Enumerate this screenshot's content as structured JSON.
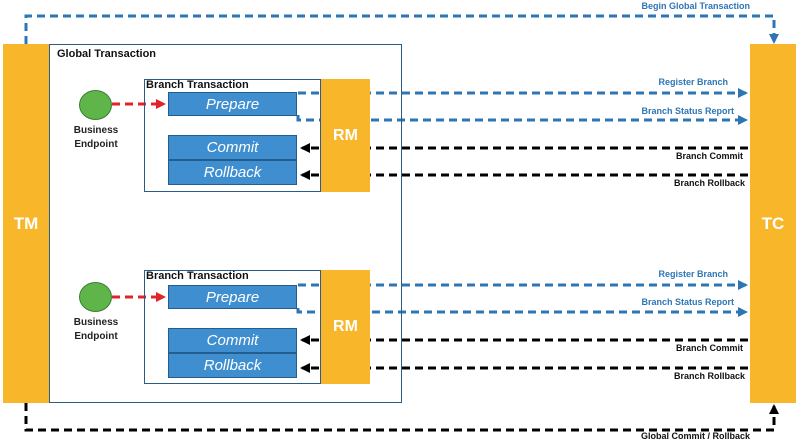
{
  "colors": {
    "tm_tc_fill": "#f8b72a",
    "blue_box_fill": "#3f8fd0",
    "blue_arrow": "#2e75b6",
    "red_arrow": "#e0242a",
    "black_arrow": "#000000",
    "node_fill": "#5fb54a"
  },
  "tm": {
    "label": "TM"
  },
  "tc": {
    "label": "TC"
  },
  "global": {
    "title": "Global Transaction",
    "begin_label": "Begin Global Transaction",
    "end_label": "Global Commit / Rollback"
  },
  "branches": [
    {
      "title": "Branch Transaction",
      "endpoint_label": "Business\nEndpoint",
      "prepare": "Prepare",
      "commit": "Commit",
      "rollback": "Rollback",
      "rm": "RM",
      "register": "Register Branch",
      "status": "Branch Status Report",
      "branch_commit": "Branch Commit",
      "branch_rollback": "Branch Rollback"
    },
    {
      "title": "Branch Transaction",
      "endpoint_label": "Business\nEndpoint",
      "prepare": "Prepare",
      "commit": "Commit",
      "rollback": "Rollback",
      "rm": "RM",
      "register": "Register Branch",
      "status": "Branch Status Report",
      "branch_commit": "Branch Commit",
      "branch_rollback": "Branch Rollback"
    }
  ]
}
